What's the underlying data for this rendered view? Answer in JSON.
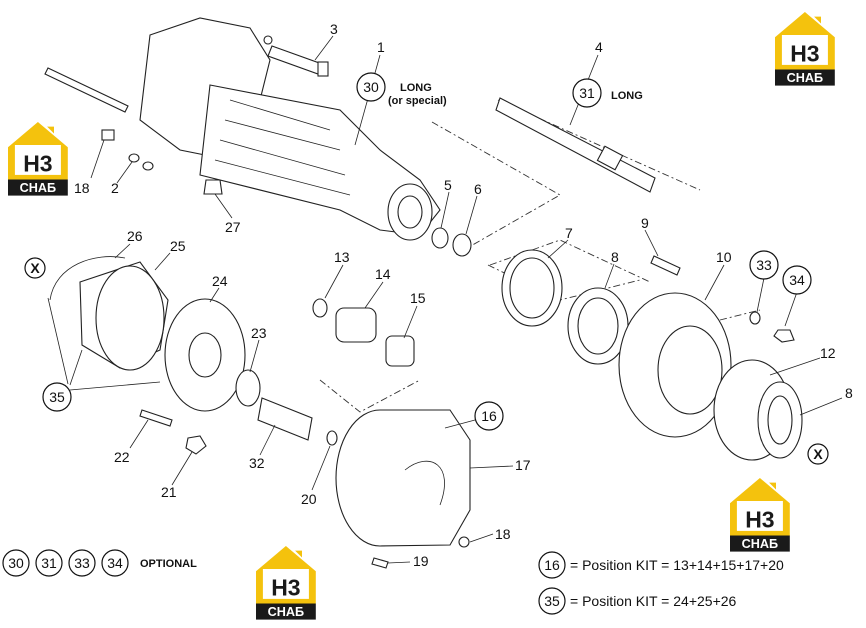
{
  "callouts": {
    "n1": "1",
    "n2": "2",
    "n3": "3",
    "n4": "4",
    "n5": "5",
    "n6": "6",
    "n7": "7",
    "n8a": "8",
    "n8b": "8",
    "n9": "9",
    "n10": "10",
    "n12": "12",
    "n13": "13",
    "n14": "14",
    "n15": "15",
    "n17": "17",
    "n18a": "18",
    "n18b": "18",
    "n19": "19",
    "n20": "20",
    "n21": "21",
    "n22": "22",
    "n23": "23",
    "n24": "24",
    "n25": "25",
    "n26": "26",
    "n27": "27",
    "n32": "32"
  },
  "circled": {
    "c30": "30",
    "c31": "31",
    "c33": "33",
    "c34": "34",
    "c35": "35",
    "c16": "16",
    "x1": "X",
    "x2": "X",
    "opt30": "30",
    "opt31": "31",
    "opt33": "33",
    "opt34": "34",
    "kit16": "16",
    "kit35": "35"
  },
  "notes": {
    "long_30_line1": "LONG",
    "long_30_line2": "(or special)",
    "long_31": "LONG",
    "optional": "OPTIONAL"
  },
  "kits": {
    "kit16_text": "= Position KIT = 13+14+15+17+20",
    "kit35_text": "= Position KIT = 24+25+26"
  },
  "logo": {
    "top": "H3",
    "bottom": "СНАБ",
    "color_yellow": "#f4c20d",
    "color_dark": "#1a1a1a"
  }
}
